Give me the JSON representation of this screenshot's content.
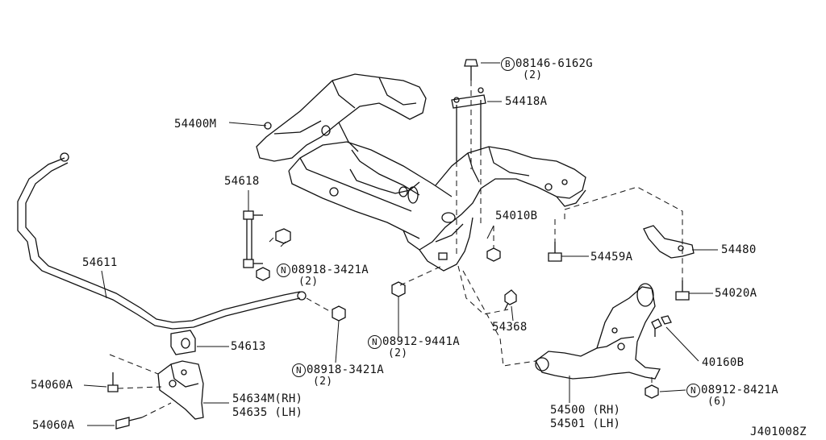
{
  "labels": {
    "p08146": {
      "mark": "B",
      "number": "08146-6162G",
      "qty": "(2)"
    },
    "p54418A": "54418A",
    "p54400M": "54400M",
    "p54618": "54618",
    "p54010B": "54010B",
    "p54611": "54611",
    "p08918_top": {
      "mark": "N",
      "number": "08918-3421A",
      "qty": "(2)"
    },
    "p54459A": "54459A",
    "p54480": "54480",
    "p54020A": "54020A",
    "p54368": "54368",
    "p40160B": "40160B",
    "p54613": "54613",
    "p08912_9441": {
      "mark": "N",
      "number": "08912-9441A",
      "qty": "(2)"
    },
    "p08918_bottom": {
      "mark": "N",
      "number": "08918-3421A",
      "qty": "(2)"
    },
    "p54060A_top": "54060A",
    "p54634": {
      "line1": "54634M(RH)",
      "line2": "54635 (LH)"
    },
    "p08912_8421": {
      "mark": "N",
      "number": "08912-8421A",
      "qty": "(6)"
    },
    "p54500": {
      "line1": "54500 (RH)",
      "line2": "54501 (LH)"
    },
    "p54060A_bottom": "54060A"
  },
  "diagram_code": "J401008Z"
}
